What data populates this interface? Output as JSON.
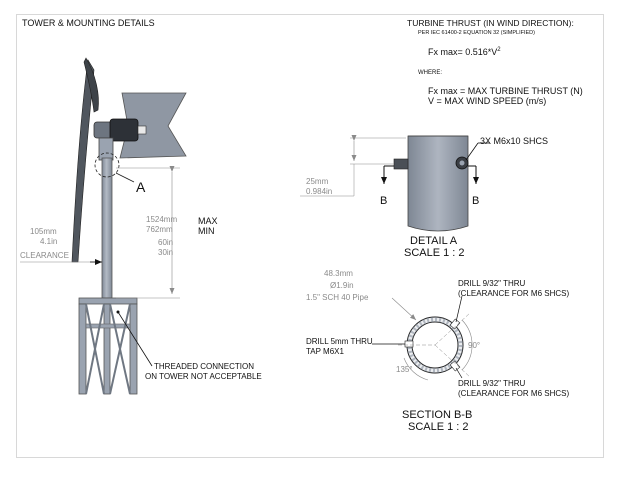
{
  "title": "TOWER & MOUNTING DETAILS",
  "thrust": {
    "heading": "TURBINE THRUST (IN WIND DIRECTION):",
    "reference": "PER IEC 61400-2 EQUATION 32 (SIMPLIFIED)",
    "formula_base": "Fx max= 0.516*V",
    "formula_exp": "2",
    "where_label": "WHERE:",
    "def_fx": "Fx max = MAX TURBINE THRUST (N)",
    "def_v": "V = MAX WIND SPEED (m/s)"
  },
  "turbine_view": {
    "detail_callout": "A",
    "clearance_mm": "105mm",
    "clearance_in": "4.1in",
    "clearance_label": "CLEARANCE",
    "max_mm": "1524mm",
    "min_mm": "762mm",
    "max_in": "60in",
    "min_in": "30in",
    "max_label": "MAX",
    "min_label": "MIN",
    "threaded_note_1": "THREADED CONNECTION",
    "threaded_note_2": "ON TOWER NOT ACCEPTABLE"
  },
  "detail_a": {
    "bolt_note": "3X M6x10 SHCS",
    "dim_mm": "25mm",
    "dim_in": "0.984in",
    "section_mark_left": "B",
    "section_mark_right": "B",
    "name": "DETAIL A",
    "scale": "SCALE 1 : 2"
  },
  "section_bb": {
    "dia_mm": "48.3mm",
    "dia_in": "Ø1.9in",
    "pipe": "1.5\" SCH 40 Pipe",
    "drill_top_1": "DRILL 9/32\" THRU",
    "drill_top_2": "(CLEARANCE FOR M6 SHCS)",
    "drill_left_1": "DRILL 5mm THRU",
    "drill_left_2": "TAP M6X1",
    "drill_bottom_1": "DRILL 9/32\" THRU",
    "drill_bottom_2": "(CLEARANCE FOR M6 SHCS)",
    "angle_right": "90°",
    "angle_left": "135°",
    "name": "SECTION B-B",
    "scale": "SCALE 1 : 2"
  },
  "colors": {
    "tower": "#9aa3b0",
    "blade": "#8f97a3",
    "dimension": "#8a8a8a",
    "line": "#111111"
  }
}
